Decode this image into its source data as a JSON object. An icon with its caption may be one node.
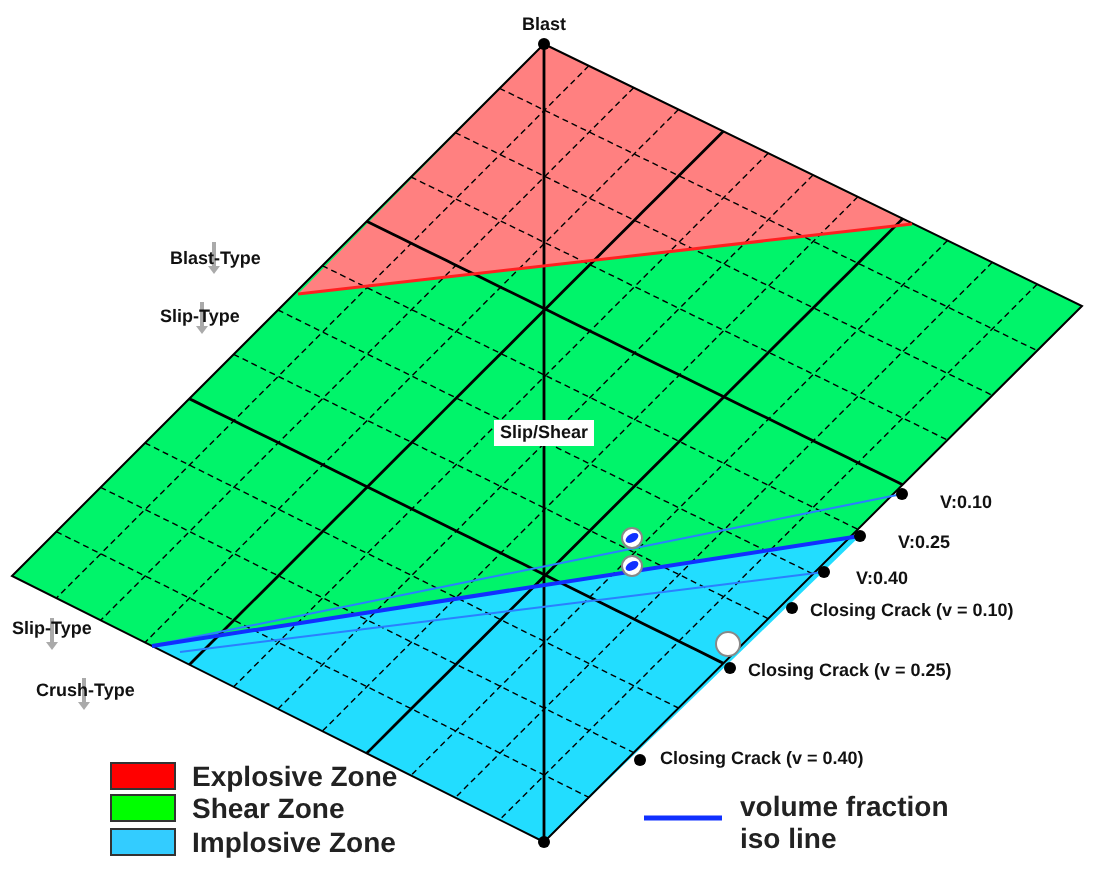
{
  "diagram": {
    "labels": [
      "Blast",
      "Blast-Type",
      "Slip-Type",
      "Slip/Shear",
      "V:0.10",
      "V:0.25",
      "V:0.40",
      "Closing Crack (v = 0.10)",
      "Closing Crack (v = 0.25)",
      "Closing Crack (v = 0.40)",
      "Slip-Type",
      "Crush-Type"
    ],
    "legend": [
      {
        "text": "Explosive Zone",
        "color": "#ff0000"
      },
      {
        "text": "Shear Zone",
        "color": "#00ff00"
      },
      {
        "text": "Implosive Zone",
        "color": "#33ccff"
      },
      {
        "text": "volume fraction iso line"
      }
    ]
  }
}
